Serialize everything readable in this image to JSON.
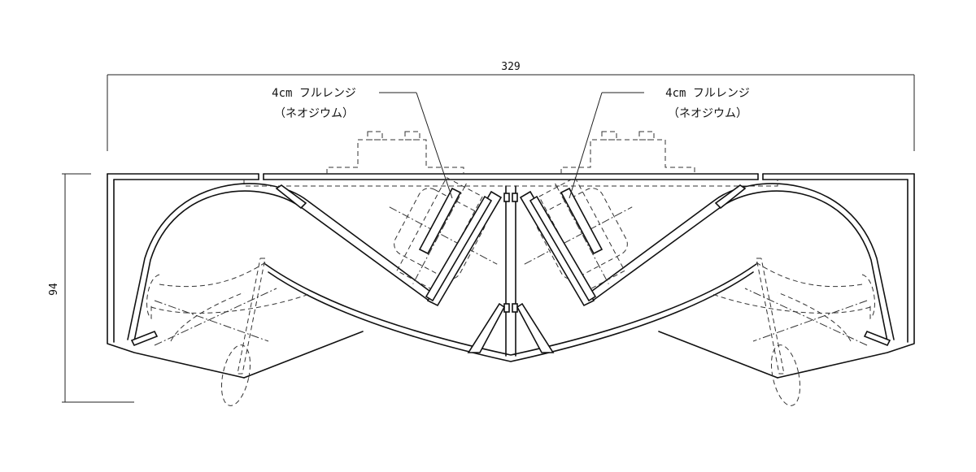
{
  "dimensions": {
    "width": "329",
    "height": "94"
  },
  "labels": {
    "left": {
      "line1": "4cm フルレンジ",
      "line2": "（ネオジウム）"
    },
    "right": {
      "line1": "4cm フルレンジ",
      "line2": "（ネオジウム）"
    }
  },
  "colors": {
    "line": "#111111",
    "background": "#ffffff"
  }
}
